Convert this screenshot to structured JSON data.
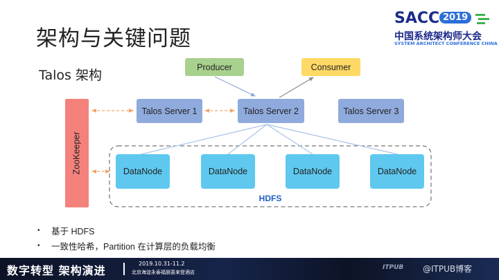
{
  "slide": {
    "title": "架构与关键问题",
    "subtitle": "Talos 架构"
  },
  "logo": {
    "main": "SACC",
    "year": "2019",
    "cn": "中国系统架构师大会",
    "en": "SYSTEM ARCHITECT CONFERENCE CHINA"
  },
  "diagram": {
    "producer": "Producer",
    "consumer": "Consumer",
    "servers": [
      "Talos Server 1",
      "Talos Server 2",
      "Talos Server 3"
    ],
    "zookeeper": "ZooKeeper",
    "datanodes": [
      "DataNode",
      "DataNode",
      "DataNode",
      "DataNode"
    ],
    "hdfs": "HDFS",
    "colors": {
      "producer": "#a9d18e",
      "consumer": "#ffd966",
      "server": "#8faadc",
      "zookeeper": "#f4817b",
      "datanode": "#5ec8ef",
      "dashed_orange": "#f4a46a",
      "arrow_grey": "#8c8c8c",
      "line_blue": "#a8c3e8"
    }
  },
  "bullets": [
    "基于 HDFS",
    "一致性哈希，Partition 在计算层的负载均衡"
  ],
  "footer": {
    "title": "数字转型 架构演进",
    "date": "2019.10.31-11.2",
    "venue": "北京海淀永泰福朋喜来登酒店",
    "brand": "ITPUB",
    "watermark": "@ITPUB博客"
  }
}
